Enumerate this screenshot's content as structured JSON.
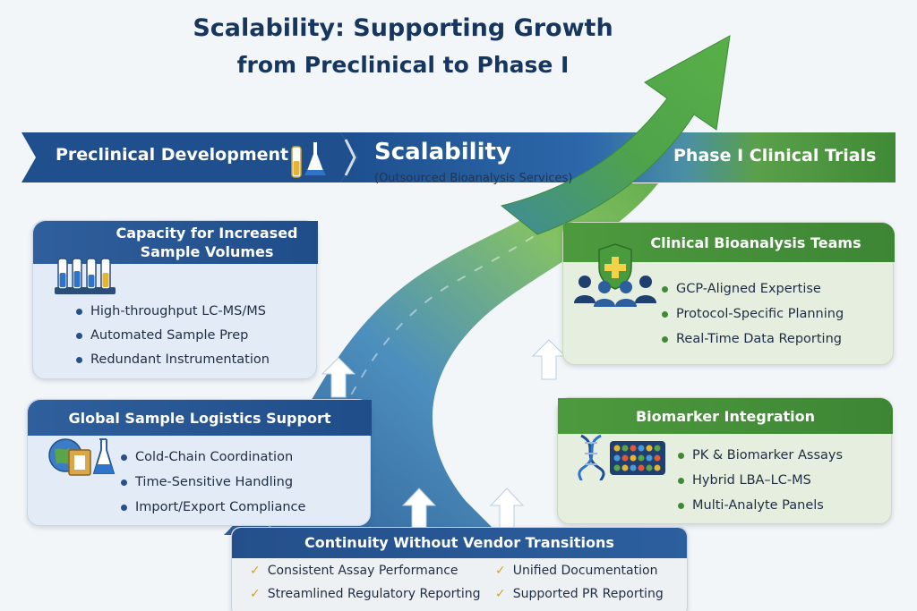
{
  "title": {
    "line1": "Scalability: Supporting Growth",
    "line2": "from Preclinical to Phase I"
  },
  "banner": {
    "left": "Preclinical Development",
    "center": "Scalability",
    "center_sub": "(Outsourced Bioanalysis Services)",
    "right": "Phase I Clinical Trials"
  },
  "cards": {
    "capacity": {
      "title": "Capacity for Increased Sample Volumes",
      "title_l1": "Capacity for Increased",
      "title_l2": "Sample Volumes",
      "items": [
        "High-throughput LC-MS/MS",
        "Automated Sample Prep",
        "Redundant Instrumentation"
      ]
    },
    "logistics": {
      "title": "Global Sample Logistics Support",
      "items": [
        "Cold-Chain Coordination",
        "Time-Sensitive Handling",
        "Import/Export Compliance"
      ]
    },
    "clinical": {
      "title": "Clinical Bioanalysis Teams",
      "items": [
        "GCP-Aligned Expertise",
        "Protocol-Specific Planning",
        "Real-Time Data Reporting"
      ]
    },
    "biomarker": {
      "title": "Biomarker Integration",
      "items": [
        "PK & Biomarker Assays",
        "Hybrid LBA–LC-MS",
        "Multi-Analyte Panels"
      ]
    }
  },
  "continuity": {
    "title": "Continuity Without Vendor Transitions",
    "items": [
      "Consistent Assay Performance",
      "Unified Documentation",
      "Streamlined Regulatory Reporting",
      "Supported PR Reporting"
    ]
  },
  "colors": {
    "navy": "#17365f",
    "blue": "#2b5c9a",
    "green": "#3f8a35",
    "accent": "#d9a21e"
  },
  "icons": [
    "flask-icon",
    "sample-rack-icon",
    "globe-box-icon",
    "medical-shield-team-icon",
    "dna-plate-icon",
    "growth-arrow-icon"
  ]
}
